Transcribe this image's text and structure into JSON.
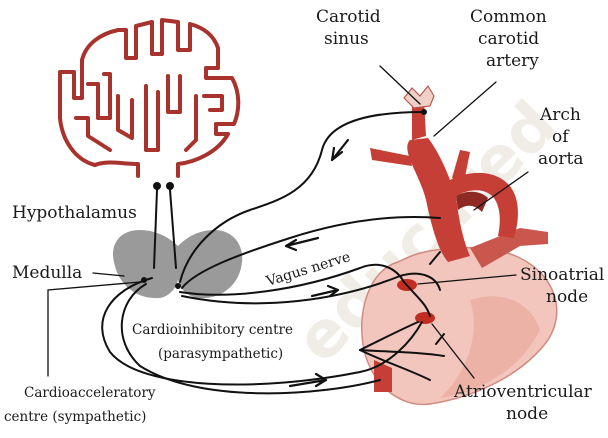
{
  "labels": {
    "carotid_sinus": [
      "Carotid",
      "sinus"
    ],
    "common_carotid_artery": [
      "Common",
      "carotid",
      "artery"
    ],
    "arch_of_aorta": [
      "Arch",
      "of",
      "aorta"
    ],
    "hypothalamus": "Hypothalamus",
    "medulla": "Medulla",
    "vagus_nerve": "Vagus nerve",
    "sinoatrial_node": [
      "Sinoatrial",
      "node"
    ],
    "cardioinhibitory_centre": [
      "Cardioinhibitory centre",
      "(parasympathetic)"
    ],
    "cardioacceleratory_centre": [
      "Cardioacceleratory",
      "centre (sympathetic)"
    ],
    "atrioventricular_node": [
      "Atrioventricular",
      "node"
    ]
  },
  "colors": {
    "cortex_outline": "#a8322c",
    "heart_fill": "#f2c6bc",
    "vessel_fill": "#c53f36",
    "node_fill": "#c22d22",
    "medulla_fill": "#9a9a9a",
    "nerve_line": "#111111"
  },
  "watermark": "educated ..."
}
